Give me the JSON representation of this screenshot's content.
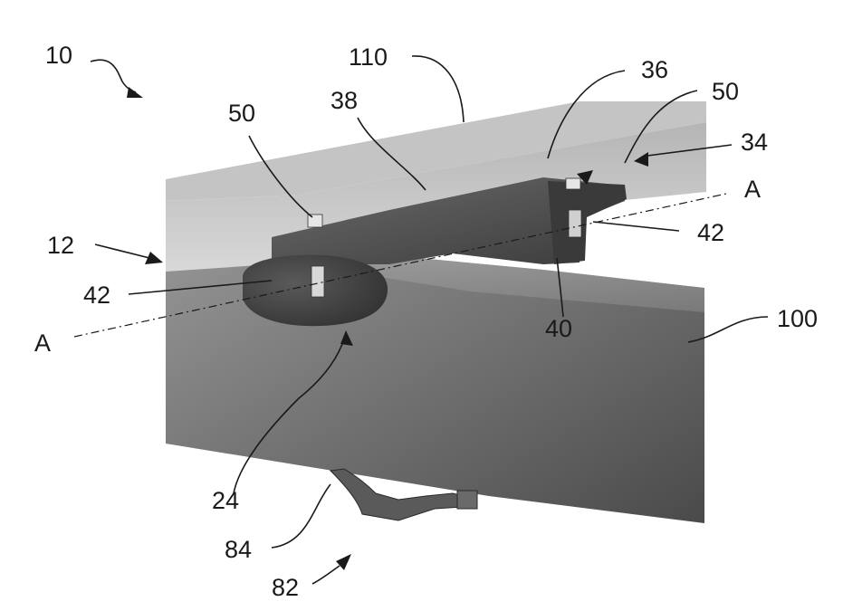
{
  "figure": {
    "reference_numerals": {
      "device": "10",
      "rail": "110",
      "section_line_left": "A",
      "section_line_right": "A",
      "body": "12",
      "fastener_left": "50",
      "fastener_right": "50",
      "groove": "38",
      "plate": "36",
      "ledge": "34",
      "pin_left": "42",
      "pin_right": "42",
      "recess": "40",
      "base_member": "100",
      "lower_portion": "24",
      "clip": "84",
      "clip_assembly": "82"
    }
  }
}
